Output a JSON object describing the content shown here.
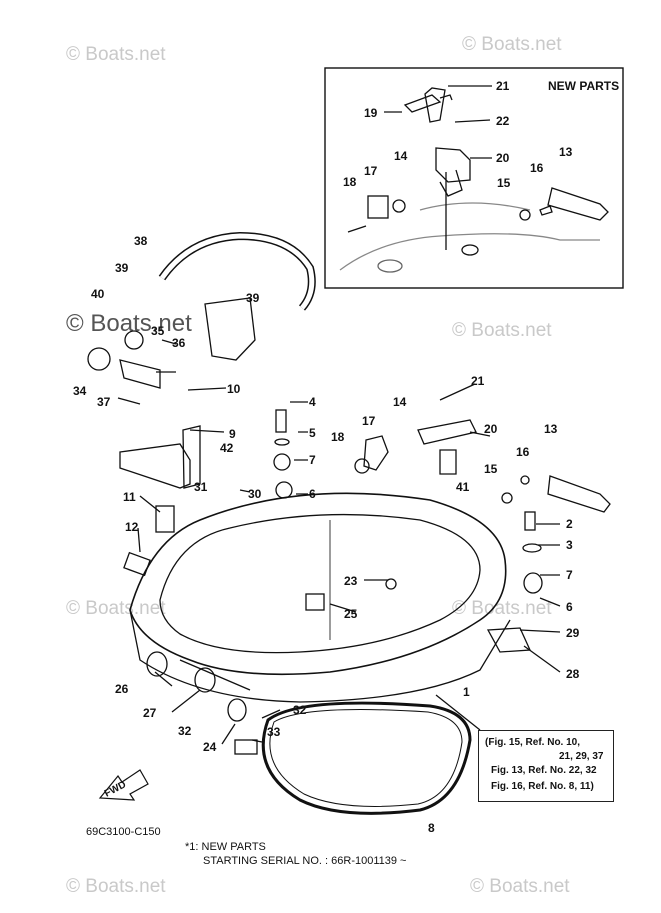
{
  "watermark": "© Boats.net",
  "inset": {
    "title": "NEW PARTS"
  },
  "callouts": [
    "1",
    "2",
    "3",
    "4",
    "5",
    "6",
    "7",
    "8",
    "9",
    "10",
    "11",
    "12",
    "13",
    "14",
    "15",
    "16",
    "17",
    "18",
    "19",
    "20",
    "21",
    "22",
    "23",
    "24",
    "25",
    "26",
    "27",
    "28",
    "29",
    "30",
    "31",
    "32",
    "33",
    "34",
    "35",
    "36",
    "37",
    "38",
    "39",
    "40",
    "41",
    "42"
  ],
  "notes": {
    "line1": "(Fig. 15, Ref. No. 10,",
    "line2": "21, 29, 37",
    "line3": "Fig. 13, Ref. No. 22, 32",
    "line4": "Fig. 16, Ref. No. 8, 11)"
  },
  "fwd_label": "FWD",
  "drawing_code": "69C3100-C150",
  "footnote": {
    "line1": "*1: NEW PARTS",
    "line2": "STARTING SERIAL NO. : 66R-1001139 ~"
  }
}
